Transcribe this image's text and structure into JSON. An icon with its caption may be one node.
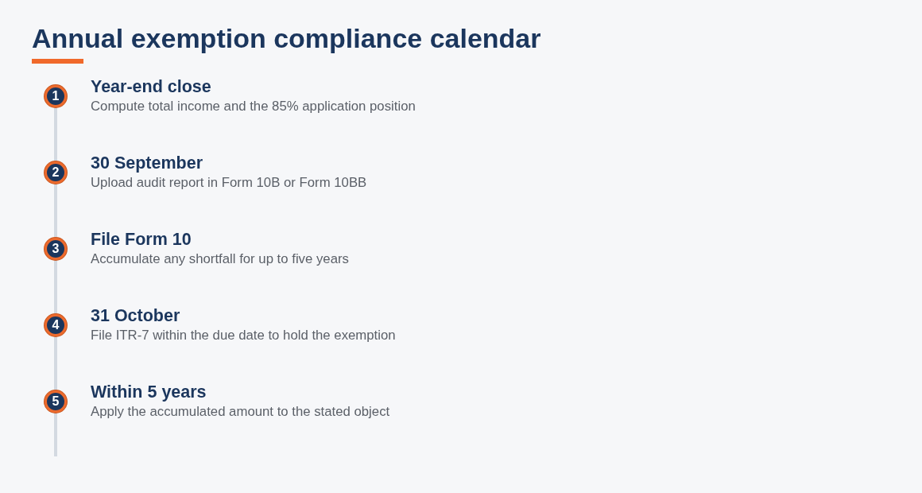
{
  "diagram": {
    "title": "Annual exemption compliance calendar",
    "nodes": [
      {
        "text": [
          "1"
        ],
        "beside": [
          "Year-end close",
          "Compute total income and the 85% application position"
        ]
      },
      {
        "text": [
          "2"
        ],
        "beside": [
          "30 September",
          "Upload audit report in Form 10B or Form 10BB"
        ]
      },
      {
        "text": [
          "3"
        ],
        "beside": [
          "File Form 10",
          "Accumulate any shortfall for up to five years"
        ]
      },
      {
        "text": [
          "4"
        ],
        "beside": [
          "31 October",
          "File ITR-7 within the due date to hold the exemption"
        ]
      },
      {
        "text": [
          "5"
        ],
        "beside": [
          "Within 5 years",
          "Apply the accumulated amount to the stated object"
        ]
      }
    ],
    "edges": [
      {
        "from": 0,
        "to": 1,
        "arrow": "none"
      },
      {
        "from": 1,
        "to": 2,
        "arrow": "none"
      },
      {
        "from": 2,
        "to": 3,
        "arrow": "none"
      },
      {
        "from": 3,
        "to": 4,
        "arrow": "none"
      },
      {
        "from": 4,
        "to": null,
        "arrow": "none"
      }
    ]
  }
}
